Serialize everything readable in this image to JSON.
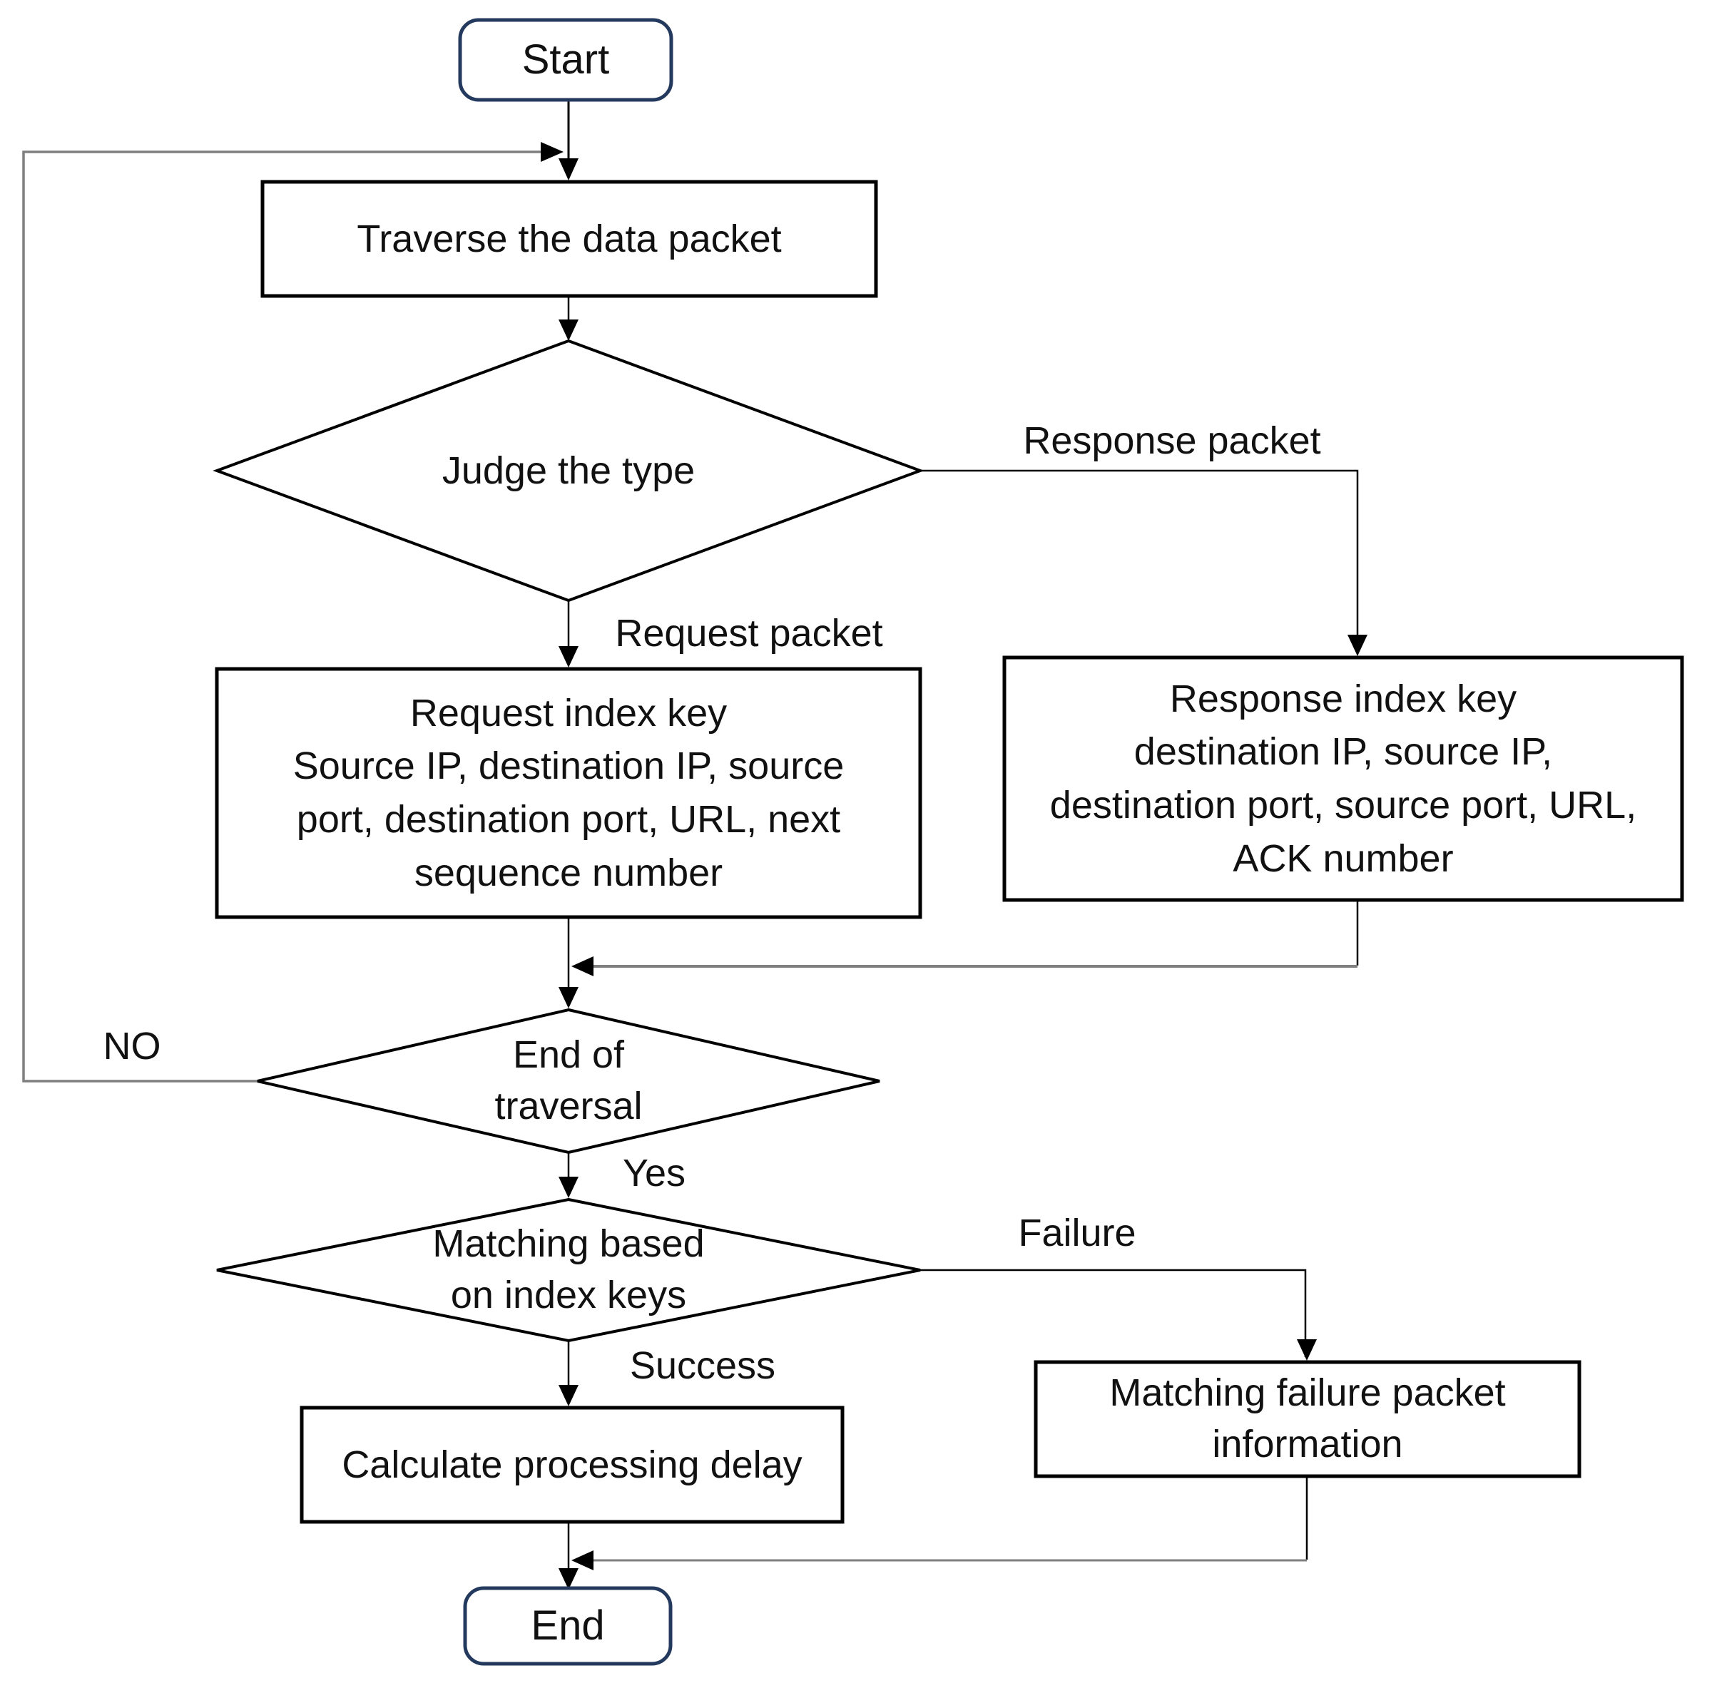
{
  "figure": {
    "type": "flowchart",
    "background": "#FFFFFF"
  },
  "colors": {
    "terminator_border": "#24395E",
    "shape_border": "#000000",
    "connector": "#000000",
    "connector_gray": "#7F7F7F",
    "text": "#111111"
  },
  "nodes": {
    "start": {
      "label": "Start",
      "shape": "rounded-rectangle"
    },
    "traverse": {
      "label": "Traverse the data packet",
      "shape": "rectangle"
    },
    "judge_type": {
      "label": "Judge the type",
      "shape": "diamond"
    },
    "request_key": {
      "label": "Request index key\nSource IP, destination IP, source\nport, destination port, URL, next\nsequence number",
      "shape": "rectangle"
    },
    "response_key": {
      "label": "Response index key\ndestination IP, source IP,\ndestination port, source port, URL,\nACK number",
      "shape": "rectangle"
    },
    "end_traversal": {
      "label": "End of\ntraversal",
      "shape": "diamond"
    },
    "matching": {
      "label": "Matching based\non index keys",
      "shape": "diamond"
    },
    "calc_delay": {
      "label": "Calculate processing delay",
      "shape": "rectangle"
    },
    "match_failure": {
      "label": "Matching failure packet\ninformation",
      "shape": "rectangle"
    },
    "end": {
      "label": "End",
      "shape": "rounded-rectangle"
    }
  },
  "edge_labels": {
    "response_packet": "Response packet",
    "request_packet": "Request packet",
    "no": "NO",
    "yes": "Yes",
    "success": "Success",
    "failure": "Failure"
  }
}
